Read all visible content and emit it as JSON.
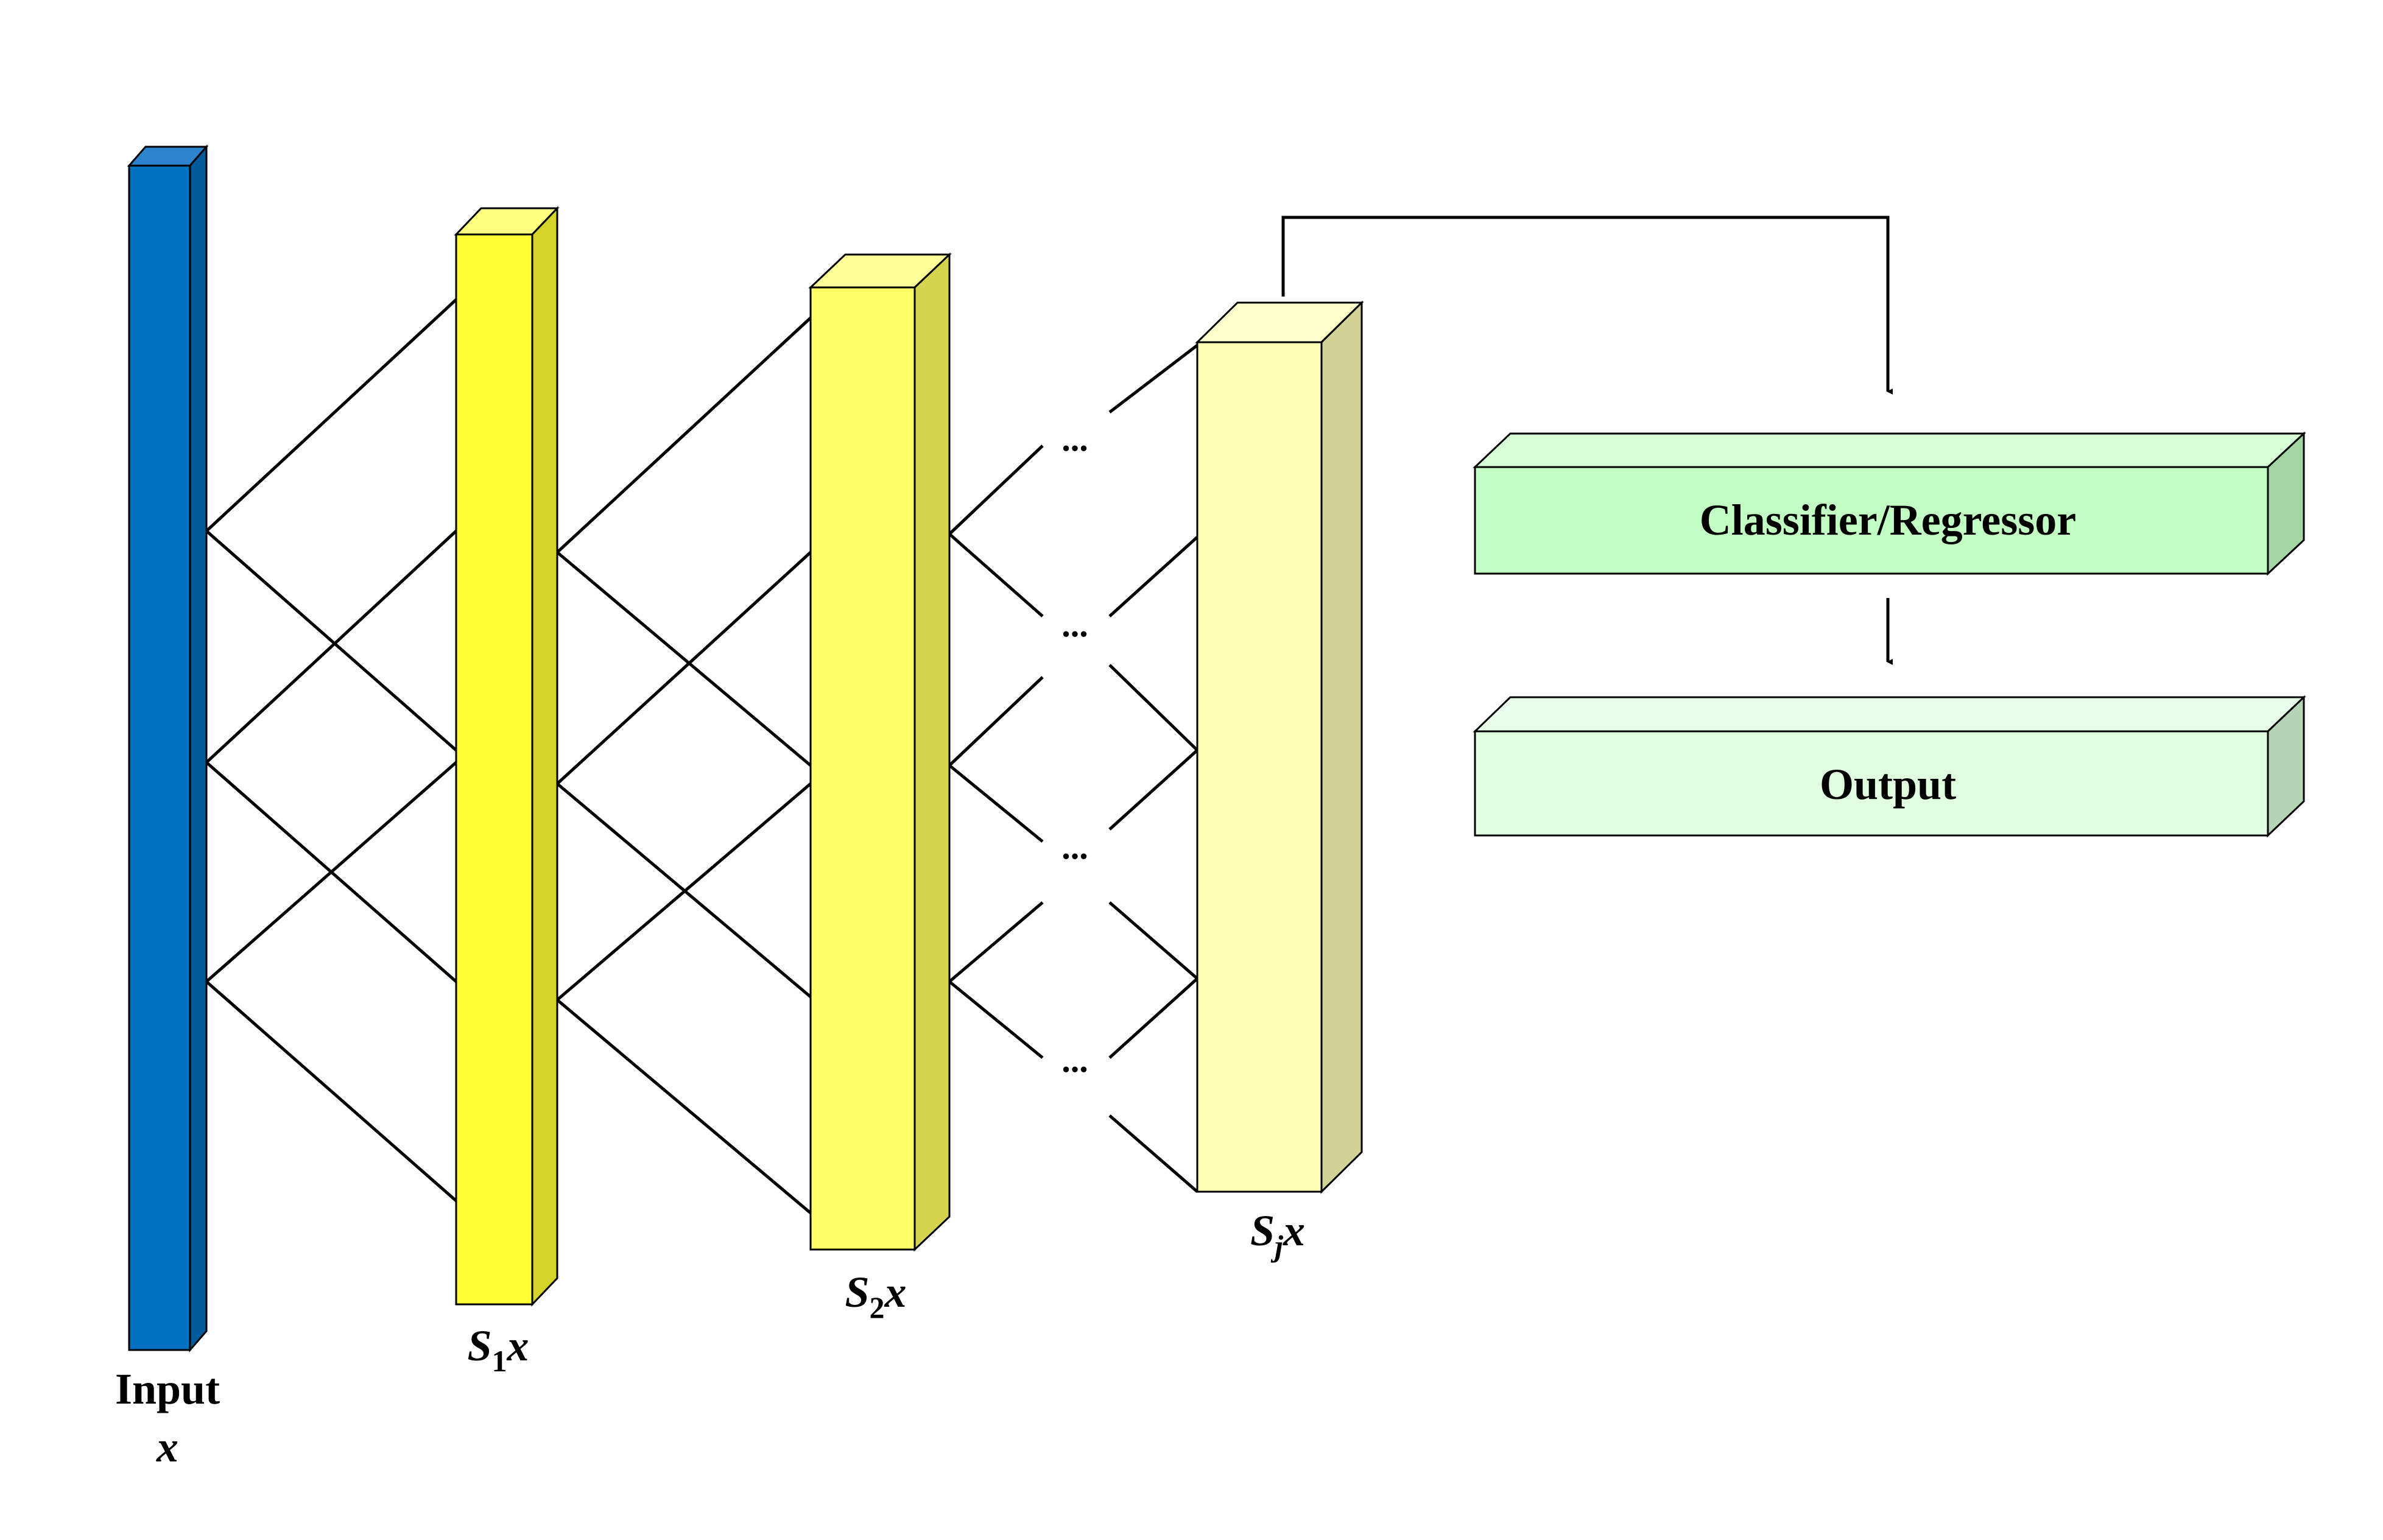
{
  "layers": [
    {
      "id": "input",
      "label_line1": "Input",
      "label_line2": "x",
      "colors": {
        "front": "#0070C0",
        "side": "#005A9C",
        "top": "#2E84CC"
      }
    },
    {
      "id": "s1",
      "label_sym": "S",
      "label_sub": "1",
      "label_var": "x",
      "colors": {
        "front": "#FFFF33",
        "side": "#D4D42A",
        "top": "#FFFF80"
      }
    },
    {
      "id": "s2",
      "label_sym": "S",
      "label_sub": "2",
      "label_var": "x",
      "colors": {
        "front": "#FFFF66",
        "side": "#D4D44F",
        "top": "#FFFF99"
      }
    },
    {
      "id": "sj",
      "label_sym": "S",
      "label_sub": "j",
      "label_var": "x",
      "colors": {
        "front": "#FFFFB3",
        "side": "#D2D296",
        "top": "#FFFFCC"
      }
    }
  ],
  "ellipsis": [
    "...",
    "...",
    "...",
    "..."
  ],
  "blocks": {
    "classifier": {
      "label": "Classifier/Regressor",
      "colors": {
        "front": "#C2FFC2",
        "side": "#A3D6A3",
        "top": "#D6FFD6"
      }
    },
    "output": {
      "label": "Output",
      "colors": {
        "front": "#DFFFDF",
        "side": "#B4D4B4",
        "top": "#E9FFE9"
      }
    }
  },
  "line_color": "#000000"
}
